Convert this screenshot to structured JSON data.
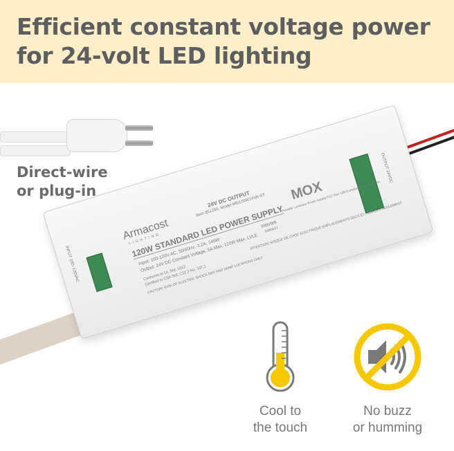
{
  "headline": {
    "line1": "Efficient constant voltage power",
    "line2": "for 24-volt LED lighting"
  },
  "side_label": {
    "line1": "Direct-wire",
    "line2": "or plug-in"
  },
  "device": {
    "brand": "Armacost",
    "brand_sub": "LIGHTING",
    "title": "120W STANDARD LED POWER SUPPLY",
    "output_header": "24V DC OUTPUT",
    "item_model": "Item 851250, Model MD120W24VA-ST",
    "input": "Input: 100-120V AC, 50/60Hz, 3.2A, 145W",
    "output": "Output: 24V DC Constant Voltage, 5A Max, 120W Max, LVLE",
    "conforms": "Conforms to UL Std. 1012",
    "certified": "Certified to CSA Std. C22.2 No. 107.1",
    "caution": "CAUTION: RISK OF ELECTRIC SHOCK DRY AND DAMP LOCATIONS ONLY",
    "cert_mark": "Intertek",
    "cert_number": "5080923",
    "mox_logo": "MOX",
    "mox_text": "Portable Luminaire Power Supply FCC Part 15B Compliant Made in China",
    "attention": "ATTENTION: RISQUE DE CHOC ELECTRIQUE EMPLACEMENTS SECS ET HUMIDES SEULEMENT",
    "input_terminal": "INPUT 100~120VAC",
    "output_terminal": "OUTPUT 24VDC"
  },
  "features": [
    {
      "icon": "thermometer-icon",
      "line1": "Cool to",
      "line2": "the touch"
    },
    {
      "icon": "no-sound-icon",
      "line1": "No buzz",
      "line2": "or humming"
    }
  ],
  "colors": {
    "banner": "#fcefca",
    "accent": "#f6c800",
    "text": "#5e5e5e"
  }
}
